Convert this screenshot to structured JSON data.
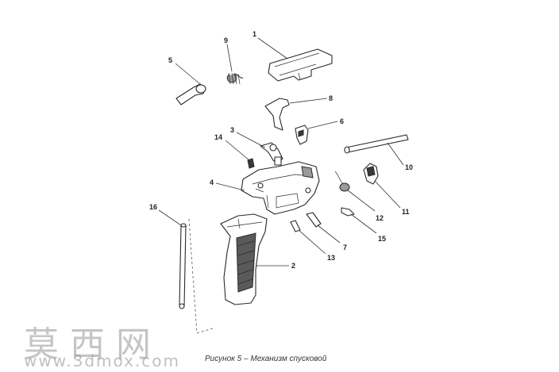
{
  "diagram": {
    "callouts": [
      {
        "id": "1",
        "label": "1"
      },
      {
        "id": "2",
        "label": "2"
      },
      {
        "id": "3",
        "label": "3"
      },
      {
        "id": "4",
        "label": "4"
      },
      {
        "id": "5",
        "label": "5"
      },
      {
        "id": "6",
        "label": "6"
      },
      {
        "id": "7",
        "label": "7"
      },
      {
        "id": "8",
        "label": "8"
      },
      {
        "id": "9",
        "label": "9"
      },
      {
        "id": "10",
        "label": "10"
      },
      {
        "id": "11",
        "label": "11"
      },
      {
        "id": "12",
        "label": "12"
      },
      {
        "id": "13",
        "label": "13"
      },
      {
        "id": "14",
        "label": "14"
      },
      {
        "id": "15",
        "label": "15"
      },
      {
        "id": "16",
        "label": "16"
      }
    ],
    "caption": "Рисунок 5 – Механизм спусковой",
    "watermark_cn": "莫西网",
    "watermark_url": "www.3dmox.com"
  }
}
